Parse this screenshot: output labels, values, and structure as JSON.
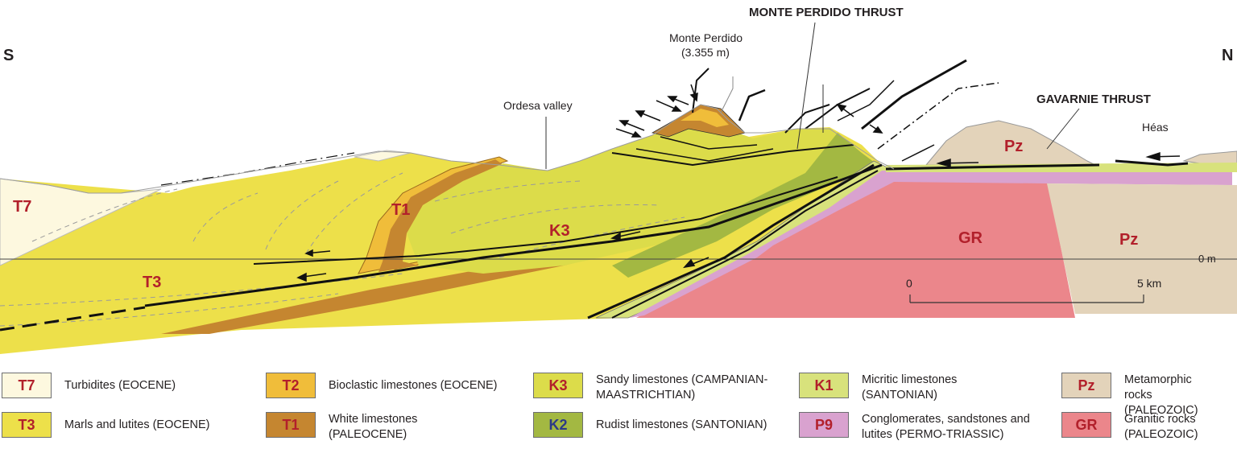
{
  "orientation": {
    "south": "S",
    "north": "N"
  },
  "annotations": {
    "peak_name": "Monte Perdido",
    "peak_height": "(3.355 m)",
    "valley": "Ordesa valley",
    "thrust1": "MONTE PERDIDO THRUST",
    "thrust2": "GAVARNIE THRUST",
    "village": "Héas",
    "sea_level": "0 m"
  },
  "scale_bar": {
    "start": "0",
    "end": "5 km"
  },
  "units_on_section": {
    "t7": "T7",
    "t1": "T1",
    "k3": "K3",
    "t3": "T3",
    "gr": "GR",
    "pz1": "Pz",
    "pz2": "Pz"
  },
  "colors": {
    "T7": "#fdf8df",
    "T3": "#ede04a",
    "T2": "#f0bd3a",
    "T1": "#c58630",
    "K3": "#dcdc4a",
    "K2": "#a3b842",
    "K1": "#d8e27c",
    "P9": "#d9a2cf",
    "Pz": "#e3d3ba",
    "GR": "#eb868b"
  },
  "legend": [
    {
      "code": "T7",
      "text": "Turbidites (EOCENE)"
    },
    {
      "code": "T3",
      "text": "Marls and lutites (EOCENE)"
    },
    {
      "code": "T2",
      "text": "Bioclastic limestones (EOCENE)"
    },
    {
      "code": "T1",
      "text": "White limestones (PALEOCENE)"
    },
    {
      "code": "K3",
      "text": "Sandy limestones  (CAMPANIAN-MAASTRICHTIAN)"
    },
    {
      "code": "K2",
      "text": "Rudist limestones (SANTONIAN)"
    },
    {
      "code": "K1",
      "text": "Micritic limestones (SANTONIAN)"
    },
    {
      "code": "P9",
      "text": "Conglomerates, sandstones and lutites (PERMO-TRIASSIC)"
    },
    {
      "code": "Pz",
      "text": "Metamorphic rocks (PALEOZOIC)"
    },
    {
      "code": "GR",
      "text": "Granitic rocks (PALEOZOIC)"
    }
  ]
}
